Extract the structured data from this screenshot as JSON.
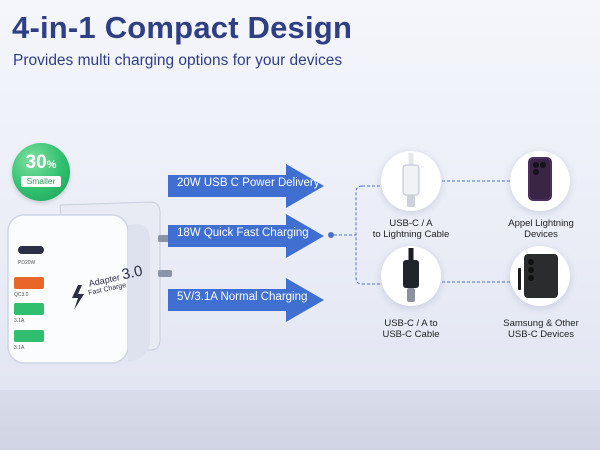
{
  "header": {
    "title": "4-in-1 Compact Design",
    "subtitle": "Provides multi charging options for your devices"
  },
  "badge": {
    "percent": "30",
    "percent_sign": "%",
    "label": "Smaller"
  },
  "charger": {
    "brand": "Adapter",
    "model": "3.0",
    "subtitle": "Fast Charge",
    "ports": [
      {
        "type": "USB-C",
        "label": "PD20W"
      },
      {
        "type": "USB-A",
        "label": "QC3.0",
        "color": "#e9662a"
      },
      {
        "type": "USB-A",
        "label": "3.1A",
        "color": "#2fbf6e"
      },
      {
        "type": "USB-A",
        "label": "3.1A",
        "color": "#2fbf6e"
      }
    ]
  },
  "arrows": [
    {
      "label": "20W USB C Power Delivery"
    },
    {
      "label": "18W Quick Fast Charging"
    },
    {
      "label": "5V/3.1A Normal Charging"
    }
  ],
  "cables": [
    {
      "caption_line1": "USB-C / A",
      "caption_line2": "to Lightning Cable",
      "icon": "lightning-cable-icon"
    },
    {
      "caption_line1": "USB-C / A to",
      "caption_line2": "USB-C Cable",
      "icon": "usb-c-cable-icon"
    }
  ],
  "devices": [
    {
      "caption_line1": "Appel Lightning",
      "caption_line2": "Devices",
      "icon": "iphone-icon"
    },
    {
      "caption_line1": "Samsung & Other",
      "caption_line2": "USB-C Devices",
      "icon": "android-phone-icon"
    }
  ],
  "colors": {
    "title": "#2f3f86",
    "arrow": "#3f6fd0",
    "connector": "#4a73c8",
    "badge": "#2fbf6e"
  }
}
